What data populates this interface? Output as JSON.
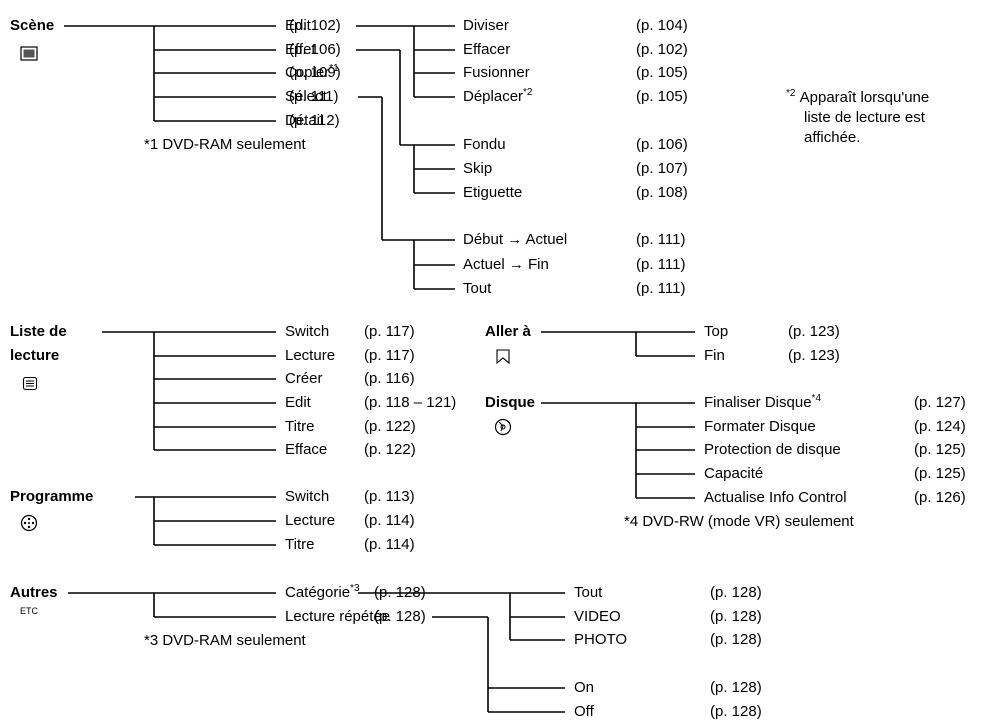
{
  "scene": {
    "title": "Scène",
    "icon": "scene-screen-icon",
    "items": [
      {
        "label": "Edit",
        "page": "(p. 102)"
      },
      {
        "label": "Effet",
        "page": "(p. 106)"
      },
      {
        "label": "Copier",
        "sup": "*1",
        "page": "(p. 109)"
      },
      {
        "label": "Sélect",
        "page": "(p. 111)"
      },
      {
        "label": "Détail",
        "page": "(p. 112)"
      }
    ],
    "note1": "*1 DVD-RAM seulement",
    "edit_sub": [
      {
        "label": "Diviser",
        "page": "(p. 104)"
      },
      {
        "label": "Effacer",
        "page": "(p. 102)"
      },
      {
        "label": "Fusionner",
        "page": "(p. 105)"
      },
      {
        "label": "Déplacer",
        "sup": "*2",
        "page": "(p. 105)"
      }
    ],
    "effet_sub": [
      {
        "label": "Fondu",
        "page": "(p. 106)"
      },
      {
        "label": "Skip",
        "page": "(p. 107)"
      },
      {
        "label": "Etiguette",
        "page": "(p. 108)"
      }
    ],
    "select_sub": [
      {
        "label": "Début → Actuel",
        "page": "(p. 111)"
      },
      {
        "label": "Actuel → Fin",
        "page": "(p. 111)"
      },
      {
        "label": "Tout",
        "page": "(p. 111)"
      }
    ],
    "note2_mark": "*2",
    "note2_lines": [
      "Apparaît lorsqu'une",
      "liste de lecture est",
      "affichée."
    ]
  },
  "liste": {
    "title_line1": "Liste de",
    "title_line2": "lecture",
    "icon": "playlist-icon",
    "items": [
      {
        "label": "Switch",
        "page": "(p. 117)"
      },
      {
        "label": "Lecture",
        "page": "(p. 117)"
      },
      {
        "label": "Créer",
        "page": "(p. 116)"
      },
      {
        "label": "Edit",
        "page": "(p. 118 – 121)"
      },
      {
        "label": "Titre",
        "page": "(p. 122)"
      },
      {
        "label": "Efface",
        "page": "(p. 122)"
      }
    ]
  },
  "programme": {
    "title": "Programme",
    "icon": "programme-icon",
    "items": [
      {
        "label": "Switch",
        "page": "(p. 113)"
      },
      {
        "label": "Lecture",
        "page": "(p. 114)"
      },
      {
        "label": "Titre",
        "page": "(p. 114)"
      }
    ]
  },
  "autres": {
    "title": "Autres",
    "icon_text": "ETC",
    "items": [
      {
        "label": "Catégorie",
        "sup": "*3",
        "page": "(p. 128)"
      },
      {
        "label": "Lecture répétée",
        "page": "(p. 128)"
      }
    ],
    "note3": "*3 DVD-RAM seulement",
    "cat_sub": [
      {
        "label": "Tout",
        "page": "(p. 128)"
      },
      {
        "label": "VIDEO",
        "page": "(p. 128)"
      },
      {
        "label": "PHOTO",
        "page": "(p. 128)"
      }
    ],
    "rep_sub": [
      {
        "label": "On",
        "page": "(p. 128)"
      },
      {
        "label": "Off",
        "page": "(p. 128)"
      }
    ]
  },
  "aller": {
    "title": "Aller à",
    "icon": "goto-flag-icon",
    "items": [
      {
        "label": "Top",
        "page": "(p. 123)"
      },
      {
        "label": "Fin",
        "page": "(p. 123)"
      }
    ]
  },
  "disque": {
    "title": "Disque",
    "icon": "disc-icon",
    "items": [
      {
        "label": "Finaliser Disque",
        "sup": "*4",
        "page": "(p. 127)"
      },
      {
        "label": "Formater Disque",
        "page": "(p. 124)"
      },
      {
        "label": "Protection de disque",
        "page": "(p. 125)"
      },
      {
        "label": "Capacité",
        "page": "(p. 125)"
      },
      {
        "label": "Actualise Info Control",
        "page": "(p. 126)"
      }
    ],
    "note4": "*4 DVD-RW (mode VR) seulement"
  }
}
